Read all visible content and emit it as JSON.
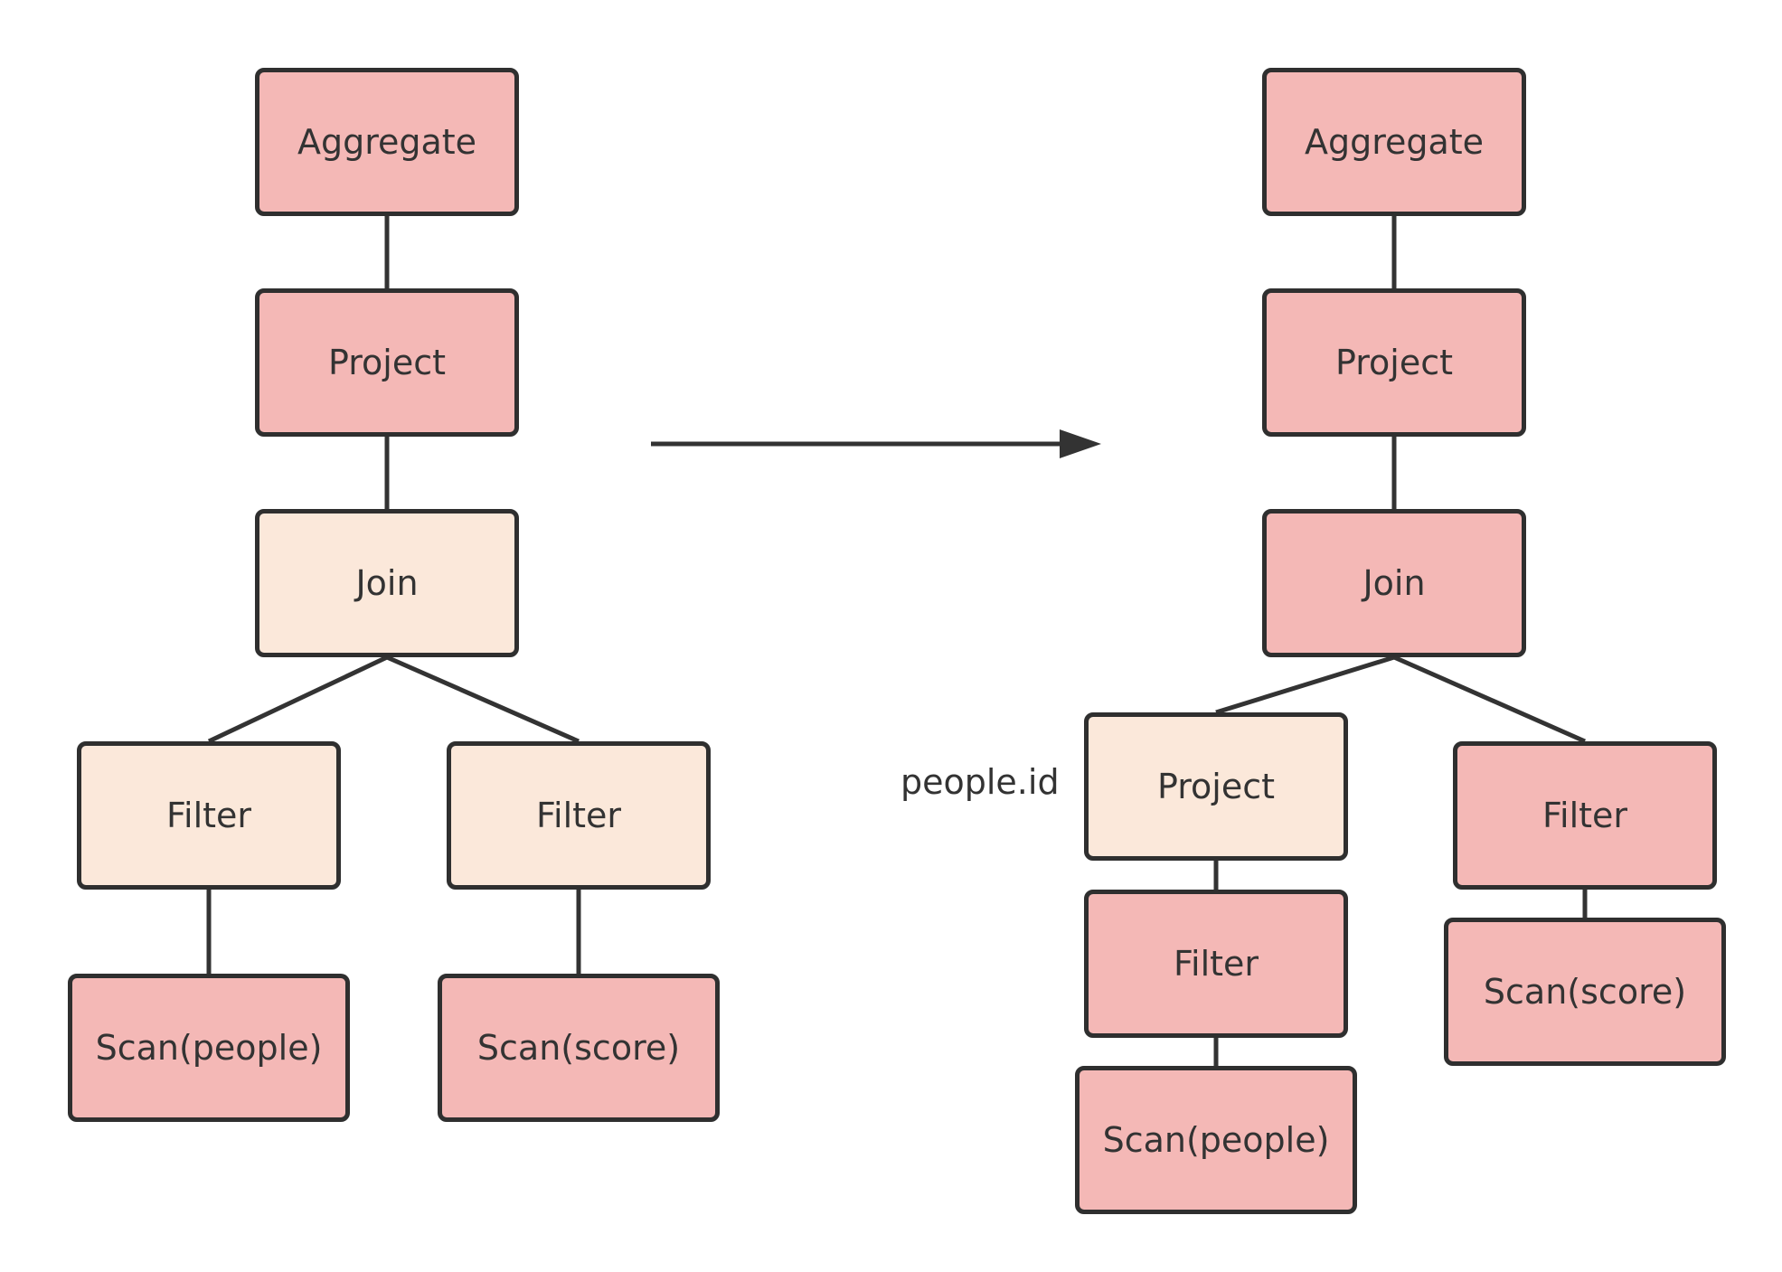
{
  "left_tree": {
    "aggregate": "Aggregate",
    "project": "Project",
    "join": "Join",
    "filter_people": "Filter",
    "filter_score": "Filter",
    "scan_people": "Scan(people)",
    "scan_score": "Scan(score)"
  },
  "right_tree": {
    "aggregate": "Aggregate",
    "project": "Project",
    "join": "Join",
    "project_people": "Project",
    "project_people_annotation": "people.id",
    "filter_people": "Filter",
    "scan_people": "Scan(people)",
    "filter_score": "Filter",
    "scan_score": "Scan(score)"
  },
  "colors": {
    "node_pink": "#f4b8b6",
    "node_cream": "#fbe8da",
    "border": "#2f2f2f",
    "edge": "#333333"
  }
}
